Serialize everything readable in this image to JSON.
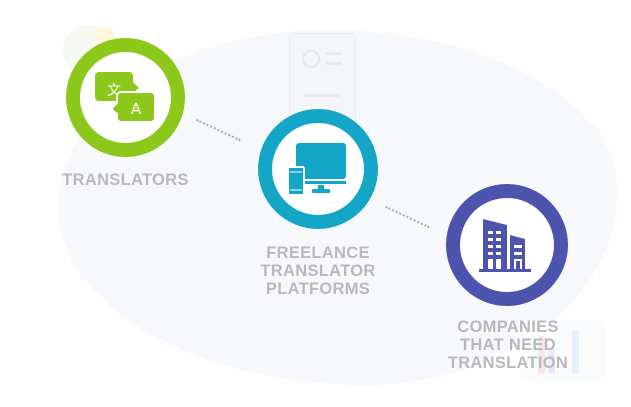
{
  "diagram": {
    "type": "process-flow",
    "nodes": [
      {
        "id": "translators",
        "label": "TRANSLATORS",
        "icon": "translate-bubbles-icon",
        "color": "#8cc71b",
        "icon_glyphs": [
          "文",
          "A"
        ]
      },
      {
        "id": "platforms",
        "label_lines": [
          "FREELANCE",
          "TRANSLATOR",
          "PLATFORMS"
        ],
        "icon": "devices-monitor-phone-icon",
        "color": "#13a6c6"
      },
      {
        "id": "companies",
        "label_lines": [
          "COMPANIES",
          "THAT NEED",
          "TRANSLATION"
        ],
        "icon": "office-buildings-icon",
        "color": "#4d54ad"
      }
    ],
    "edges": [
      {
        "from": "translators",
        "to": "platforms",
        "style": "dotted"
      },
      {
        "from": "platforms",
        "to": "companies",
        "style": "dotted"
      }
    ],
    "label_color": "#b9b9bb",
    "background_color": "#f6f8fb"
  }
}
